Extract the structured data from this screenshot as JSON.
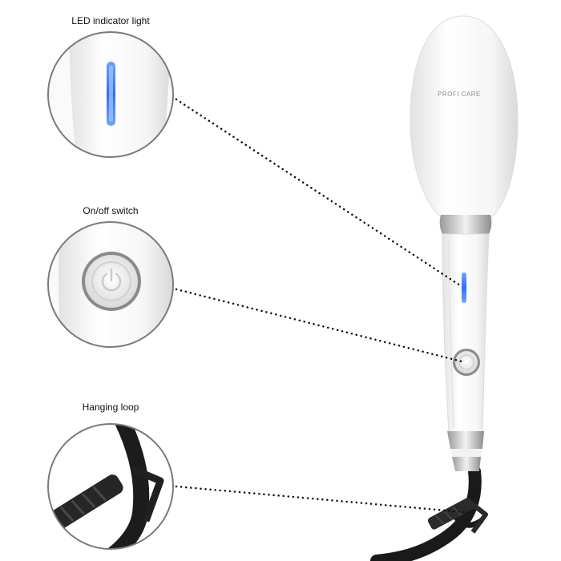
{
  "callouts": {
    "led": {
      "label": "LED indicator light"
    },
    "switch": {
      "label": "On/off switch"
    },
    "loop": {
      "label": "Hanging loop"
    }
  },
  "product": {
    "brand": "PROFI CARE"
  },
  "colors": {
    "background": "#ffffff",
    "body": "#f4f4f4",
    "chrome": "#b5b5b5",
    "led": "#2f6fff",
    "cable": "#1a1a1a",
    "ring": "#8a8a8a",
    "dots": "#111111"
  },
  "icons": [
    "power-icon"
  ]
}
